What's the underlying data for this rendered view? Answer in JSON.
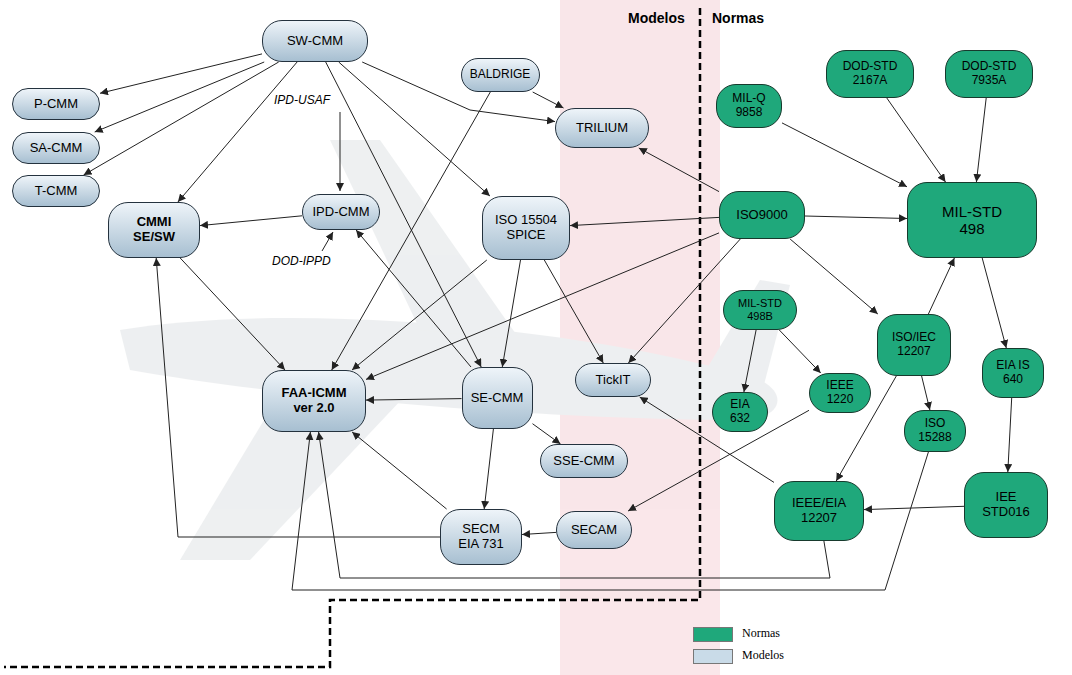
{
  "diagram": {
    "nodes": [
      {
        "text": [
          "P-CMM"
        ]
      },
      {
        "text": [
          "SA-CMM"
        ]
      },
      {
        "text": [
          "T-CMM"
        ]
      },
      {
        "text": [
          "SW-CMM"
        ]
      },
      {
        "text": [
          "CMMI SE/SW"
        ]
      },
      {
        "text": [
          "IPD-CMM"
        ]
      },
      {
        "text": [
          "BALDRIGE"
        ]
      },
      {
        "text": [
          "TRILIUM"
        ]
      },
      {
        "text": [
          "ISO 15504 SPICE"
        ]
      },
      {
        "text": [
          "FAA-ICMM ver 2.0"
        ]
      },
      {
        "text": [
          "SE-CMM"
        ]
      },
      {
        "text": [
          "TickIT"
        ]
      },
      {
        "text": [
          "SSE-CMM"
        ]
      },
      {
        "text": [
          "SECM EIA 731"
        ]
      },
      {
        "text": [
          "SECAM"
        ]
      },
      {
        "text": [
          "MIL-Q 9858"
        ]
      },
      {
        "text": [
          "DOD-STD 2167A"
        ]
      },
      {
        "text": [
          "DOD-STD 7935A"
        ]
      },
      {
        "text": [
          "ISO9000"
        ]
      },
      {
        "text": [
          "MIL-STD 498"
        ]
      },
      {
        "text": [
          "MIL-STD 498B"
        ]
      },
      {
        "text": [
          "ISO/IEC 12207"
        ]
      },
      {
        "text": [
          "EIA IS 640"
        ]
      },
      {
        "text": [
          "IEEE 1220"
        ]
      },
      {
        "text": [
          "EIA 632"
        ]
      },
      {
        "text": [
          "ISO 15288"
        ]
      },
      {
        "text": [
          "IEEE/EIA 12207"
        ]
      },
      {
        "text": [
          "IEE STD016"
        ]
      }
    ],
    "edges": [
      {
        "from": 3,
        "to": 0,
        "arrow": "to"
      },
      {
        "from": 3,
        "to": 1,
        "arrow": "to"
      },
      {
        "from": 3,
        "to": 2,
        "arrow": "to"
      },
      {
        "from": 3,
        "to": 4,
        "arrow": "to"
      },
      {
        "from": 3,
        "to": 7,
        "arrow": "to"
      },
      {
        "from": 3,
        "to": 8,
        "arrow": "to"
      },
      {
        "from": 3,
        "to": 10,
        "arrow": "to"
      },
      {
        "from": 5,
        "to": 4,
        "arrow": "to"
      },
      {
        "from": 4,
        "to": 9,
        "arrow": "to"
      },
      {
        "from": 6,
        "to": 7,
        "arrow": "to"
      },
      {
        "from": 6,
        "to": 9,
        "arrow": "to"
      },
      {
        "from": 18,
        "to": 7,
        "arrow": "to"
      },
      {
        "from": 18,
        "to": 8,
        "arrow": "to"
      },
      {
        "from": 18,
        "to": 19,
        "arrow": "to"
      },
      {
        "from": 18,
        "to": 9,
        "arrow": "to"
      },
      {
        "from": 18,
        "to": 11,
        "arrow": "to"
      },
      {
        "from": 18,
        "to": 21,
        "arrow": "to"
      },
      {
        "from": 8,
        "to": 9,
        "arrow": "to"
      },
      {
        "from": 8,
        "to": 10,
        "arrow": "to"
      },
      {
        "from": 8,
        "to": 11,
        "arrow": "to"
      },
      {
        "from": 10,
        "to": 5,
        "arrow": "to"
      },
      {
        "from": 10,
        "to": 9,
        "arrow": "to"
      },
      {
        "from": 10,
        "to": 12,
        "arrow": "to"
      },
      {
        "from": 10,
        "to": 13,
        "arrow": "to"
      },
      {
        "from": 13,
        "to": 9,
        "arrow": "to"
      },
      {
        "from": 13,
        "to": 4,
        "arrow": "to"
      },
      {
        "from": 14,
        "to": 13,
        "arrow": "to"
      },
      {
        "from": 15,
        "to": 19,
        "arrow": "to"
      },
      {
        "from": 16,
        "to": 19,
        "arrow": "to"
      },
      {
        "from": 17,
        "to": 19,
        "arrow": "to"
      },
      {
        "from": 19,
        "to": 22,
        "arrow": "to"
      },
      {
        "from": 20,
        "to": 24,
        "arrow": "to"
      },
      {
        "from": 20,
        "to": 23,
        "arrow": "to"
      },
      {
        "from": 21,
        "to": 19,
        "arrow": "to"
      },
      {
        "from": 21,
        "to": 25,
        "arrow": "to"
      },
      {
        "from": 21,
        "to": 26,
        "arrow": "to"
      },
      {
        "from": 22,
        "to": 27,
        "arrow": "to"
      },
      {
        "from": 27,
        "to": 26,
        "arrow": "to"
      },
      {
        "from": 23,
        "to": 14,
        "arrow": "to"
      },
      {
        "from": 26,
        "to": 11,
        "arrow": "to"
      },
      {
        "from": 26,
        "to": 9,
        "arrow": "to"
      },
      {
        "from": 25,
        "to": 9,
        "arrow": "to"
      }
    ],
    "labels": [
      "Modelos",
      "Normas",
      "IPD-USAF",
      "DOD-IPPD"
    ],
    "legend": [
      {
        "text": "Normas",
        "color": "#1fa87b"
      },
      {
        "text": "Modelos",
        "color": "#c9dbe8"
      }
    ]
  }
}
